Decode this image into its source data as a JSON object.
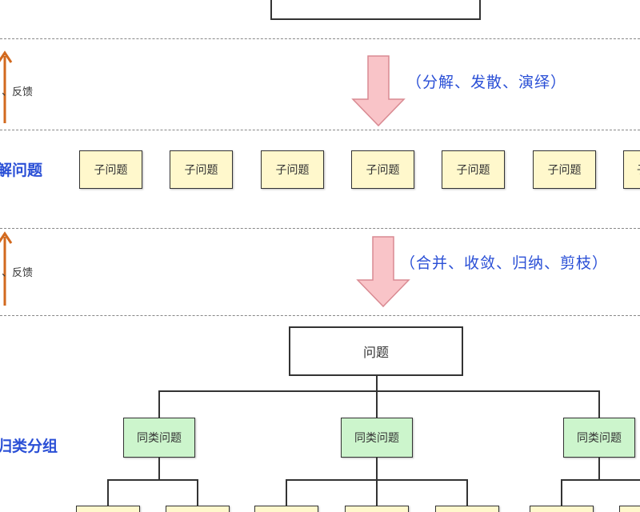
{
  "top_box": {
    "label": ""
  },
  "section1": {
    "process_label": "（分解、发散、演绎）",
    "feedback_label": "、反馈"
  },
  "section2": {
    "side_label": "解问题",
    "subproblems": [
      "子问题",
      "子问题",
      "子问题",
      "子问题",
      "子问题",
      "子问题",
      "子"
    ],
    "process_label": "（合并、收敛、归纳、剪枝）",
    "feedback_label": "、反馈"
  },
  "section3": {
    "side_label": "归类分组",
    "root_label": "问题",
    "groups": [
      "同类问题",
      "同类问题",
      "同类问题"
    ]
  },
  "colors": {
    "accent_blue": "#2a4fd6",
    "feedback_arrow": "#d2691e",
    "process_arrow_fill": "#f9c4c8",
    "process_arrow_stroke": "#d98a92",
    "subproblem_fill": "#fff8cc",
    "group_fill": "#ccf5cc"
  }
}
